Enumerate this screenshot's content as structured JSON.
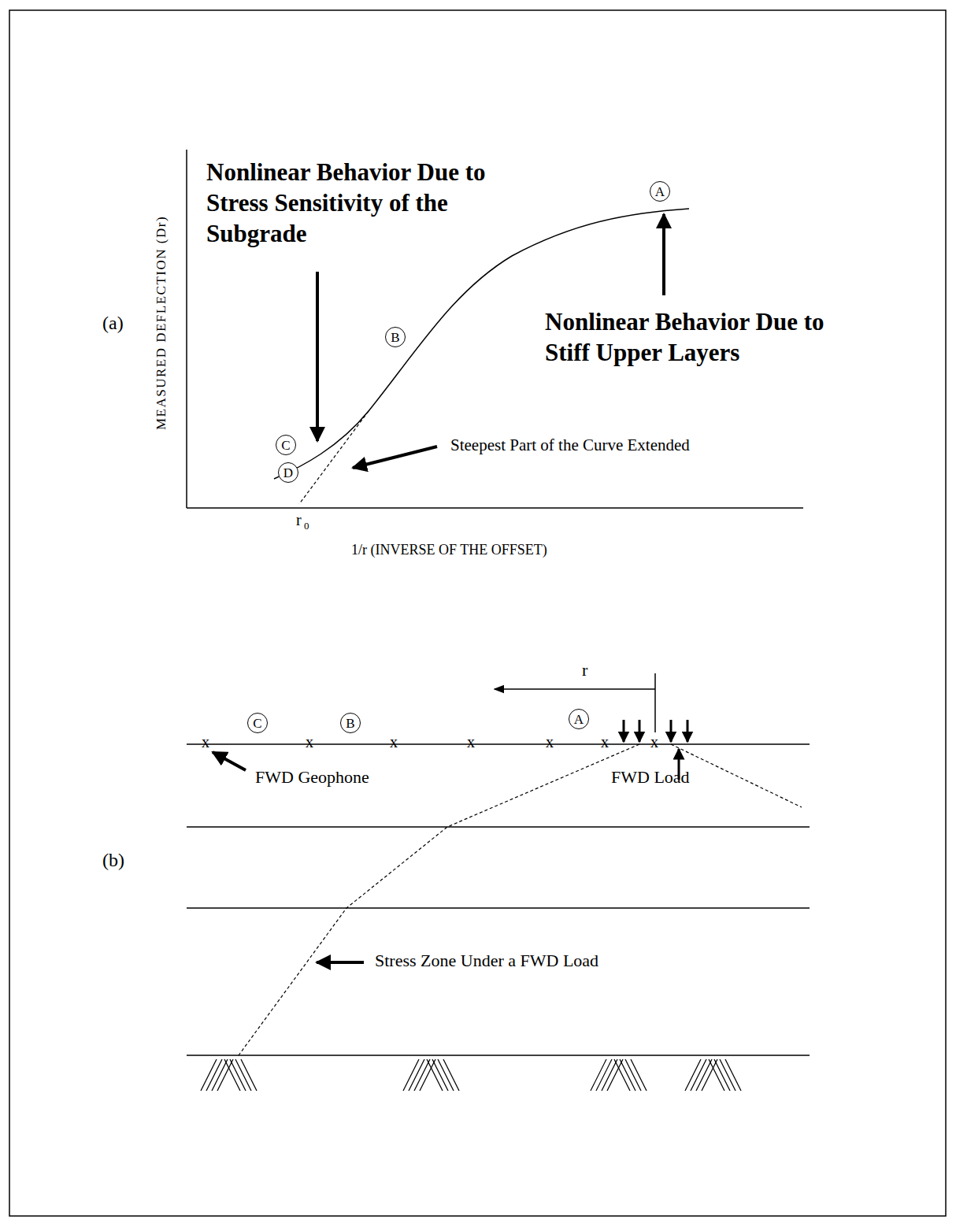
{
  "diagram": {
    "nodes": [
      {
        "text": [
          "A"
        ]
      },
      {
        "text": [
          "B"
        ]
      },
      {
        "text": [
          "C"
        ]
      },
      {
        "text": [
          "D"
        ]
      },
      {
        "text": [
          "C"
        ]
      },
      {
        "text": [
          "B"
        ]
      },
      {
        "text": [
          "A"
        ]
      }
    ],
    "labels": [
      "(a)",
      "MEASURED DEFLECTION (Dr)",
      "Nonlinear Behavior Due to Stress Sensitivity of the Subgrade",
      "Nonlinear Behavior Due to Stiff Upper Layers",
      "Steepest Part of the Curve Extended",
      "r",
      "0",
      "1/r (INVERSE OF THE OFFSET)",
      "(b)",
      "r",
      "x",
      "x",
      "x",
      "x",
      "x",
      "x",
      "x",
      "FWD Geophone",
      "FWD Load",
      "Stress Zone Under a FWD Load"
    ]
  }
}
